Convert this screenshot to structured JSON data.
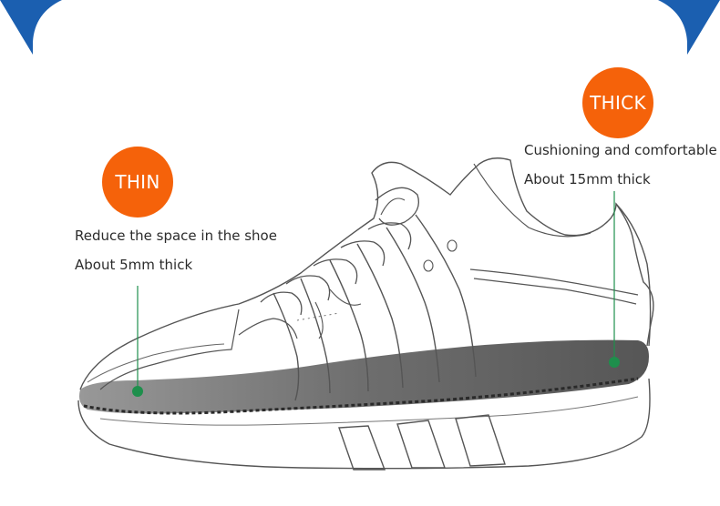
{
  "colors": {
    "banner_blue": "#1b5fb0",
    "badge_orange": "#f5620a",
    "marker_green": "#1e8f4c",
    "outline": "#555555",
    "insole_dark": "#4a4a4a"
  },
  "thin": {
    "badge_label": "THIN",
    "line1": "Reduce the space in the shoe",
    "line2": "About 5mm thick"
  },
  "thick": {
    "badge_label": "THICK",
    "line1": "Cushioning and comfortable",
    "line2": "About 15mm thick"
  }
}
